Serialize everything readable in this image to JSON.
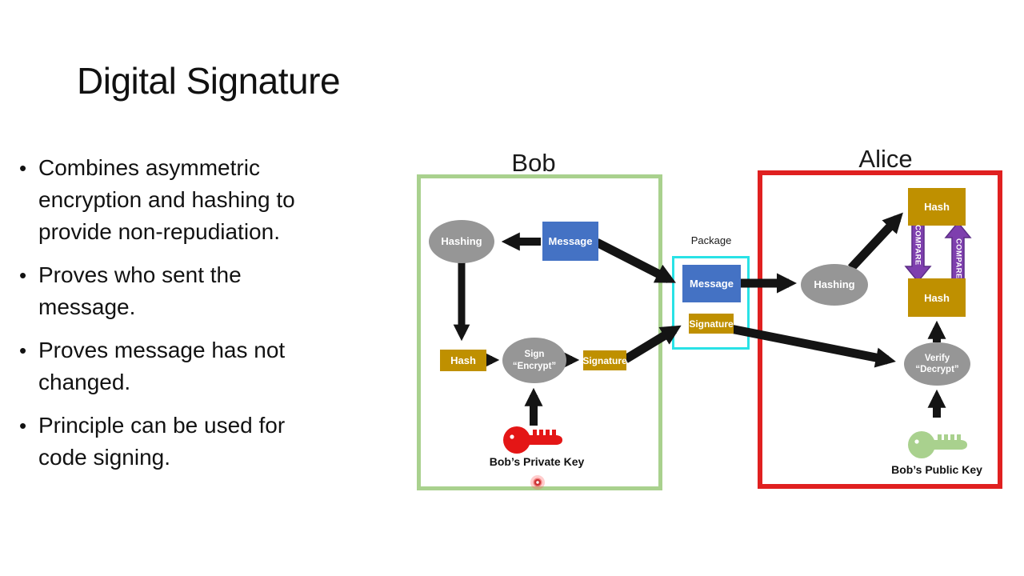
{
  "slide": {
    "title": "Digital Signature",
    "bullets": [
      "Combines asymmetric encryption and hashing to provide non-repudiation.",
      "Proves who sent the message.",
      "Proves message has not changed.",
      "Principle can be used for code signing."
    ]
  },
  "diagram": {
    "bob": {
      "title": "Bob",
      "hashing": "Hashing",
      "message": "Message",
      "hash": "Hash",
      "sign_line1": "Sign",
      "sign_line2": "“Encrypt”",
      "signature": "Signature",
      "key_label": "Bob’s Private Key"
    },
    "package": {
      "label": "Package",
      "message": "Message",
      "signature": "Signature"
    },
    "alice": {
      "title": "Alice",
      "hash_top": "Hash",
      "hash_bottom": "Hash",
      "compare_left": "COMPARE",
      "compare_right": "COMPARE",
      "hashing": "Hashing",
      "verify_line1": "Verify",
      "verify_line2": "“Decrypt”",
      "key_label": "Bob’s Public Key"
    },
    "colors": {
      "bob_border_green": "#A9D18E",
      "alice_border_red": "#E02020",
      "package_border_cyan": "#29E2E6",
      "node_blue": "#4472C4",
      "node_gold": "#BF9000",
      "node_gray": "#969696",
      "compare_purple": "#7E3FAE",
      "arrow_black": "#141414",
      "private_key_red": "#E41616",
      "public_key_green": "#A9D18E",
      "laser_dot_red": "#C83232"
    }
  }
}
